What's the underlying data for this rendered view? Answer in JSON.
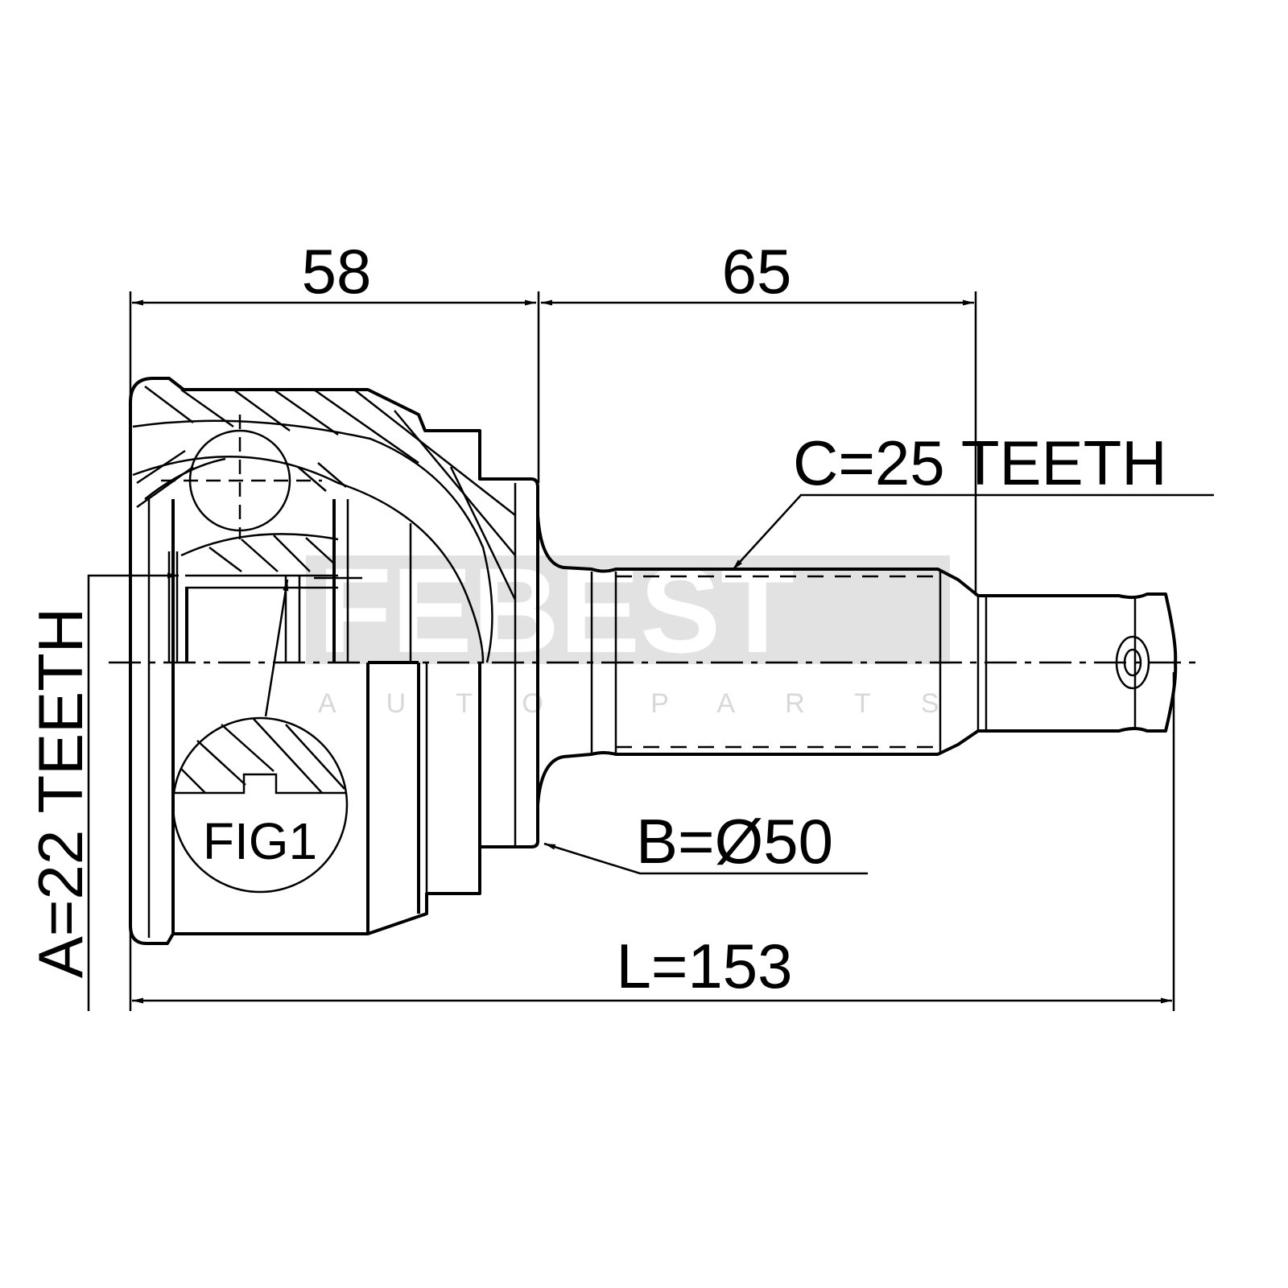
{
  "dimensions": {
    "housing_length": "58",
    "shaft_length": "65",
    "outer_spline": "C=25 TEETH",
    "abs_ring": "B=Ø50",
    "total_length": "L=153",
    "inner_spline": "A=22 TEETH"
  },
  "detail_label": "FIG1",
  "watermark": {
    "brand": "FEBEST",
    "tagline": "AUTO PARTS"
  }
}
